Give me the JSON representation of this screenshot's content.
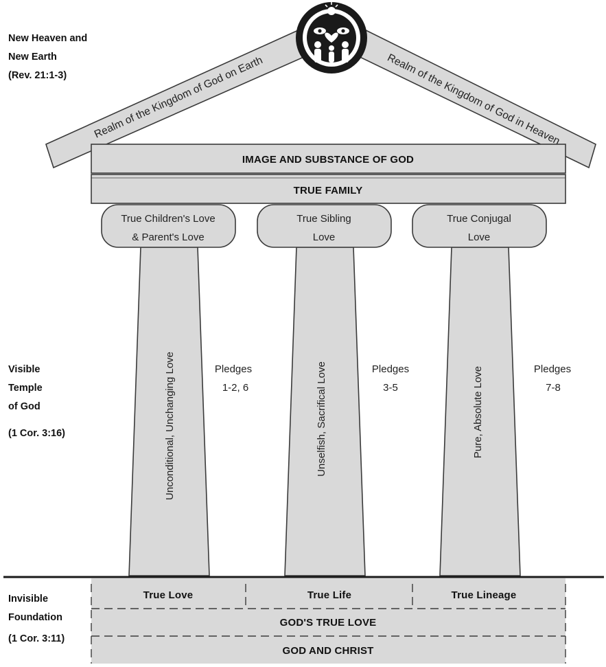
{
  "diagram": {
    "labels": {
      "top_left": [
        "New Heaven and",
        "New Earth",
        "(Rev. 21:1-3)"
      ],
      "middle_left": [
        "Visible",
        "Temple",
        "of God",
        "(1 Cor. 3:16)"
      ],
      "bottom_left": [
        "Invisible",
        "Foundation",
        "(1 Cor. 3:11)"
      ]
    },
    "roof": {
      "left_beam": "Realm of the Kingdom of God on Earth",
      "right_beam": "Realm of the Kingdom of God in Heaven",
      "emblem_icon": "family-emblem-icon"
    },
    "bands": {
      "image": "IMAGE AND SUBSTANCE OF GOD",
      "family": "TRUE FAMILY"
    },
    "pillars": [
      {
        "capital": [
          "True Children's Love",
          "& Parent's Love"
        ],
        "shaft": "Unconditional, Unchanging Love",
        "pledges": [
          "Pledges",
          "1-2, 6"
        ]
      },
      {
        "capital": [
          "True Sibling",
          "Love"
        ],
        "shaft": "Unselfish, Sacrifical Love",
        "pledges": [
          "Pledges",
          "3-5"
        ]
      },
      {
        "capital": [
          "True Conjugal",
          "Love"
        ],
        "shaft": "Pure, Absolute Love",
        "pledges": [
          "Pledges",
          "7-8"
        ]
      }
    ],
    "foundation": {
      "row1": [
        "True Love",
        "True Life",
        "True Lineage"
      ],
      "row2": "GOD'S TRUE LOVE",
      "row3": "GOD AND CHRIST"
    },
    "colors": {
      "fill": "#d9d9d9",
      "stroke": "#3a3a3a",
      "emblem": "#1a1a1a"
    }
  }
}
